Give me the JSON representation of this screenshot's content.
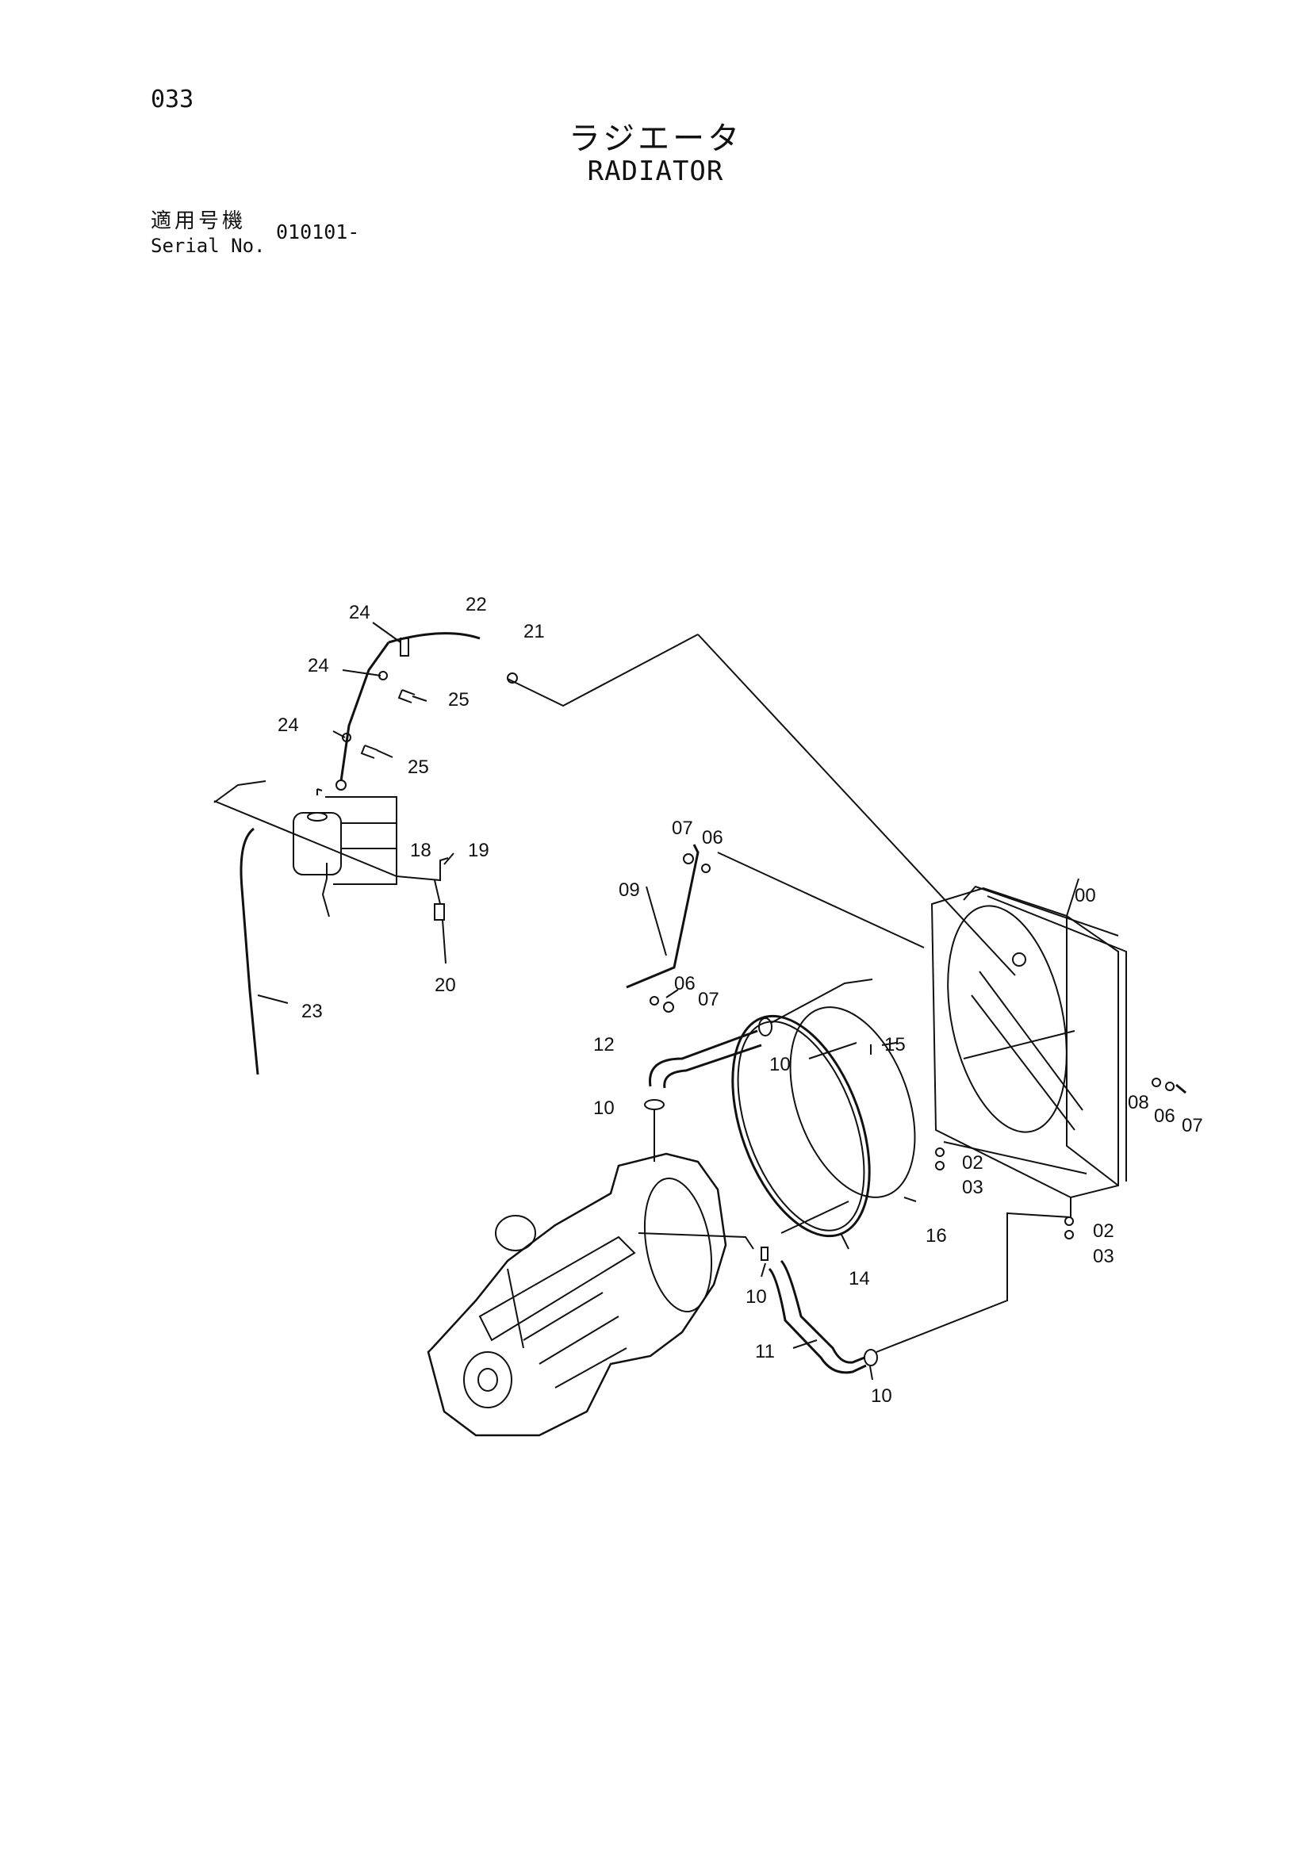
{
  "header": {
    "page_number": "033",
    "title_jp": "ラジエータ",
    "title_en": "RADIATOR",
    "serial_label_jp": "適用号機",
    "serial_label_en": "Serial No.",
    "serial_value": "010101-"
  },
  "callouts": [
    "24",
    "22",
    "21",
    "24",
    "25",
    "24",
    "25",
    "18",
    "19",
    "20",
    "23",
    "07",
    "06",
    "09",
    "06",
    "07",
    "00",
    "12",
    "10",
    "15",
    "10",
    "08",
    "06",
    "07",
    "02",
    "03",
    "16",
    "02",
    "03",
    "14",
    "10",
    "11",
    "10"
  ]
}
